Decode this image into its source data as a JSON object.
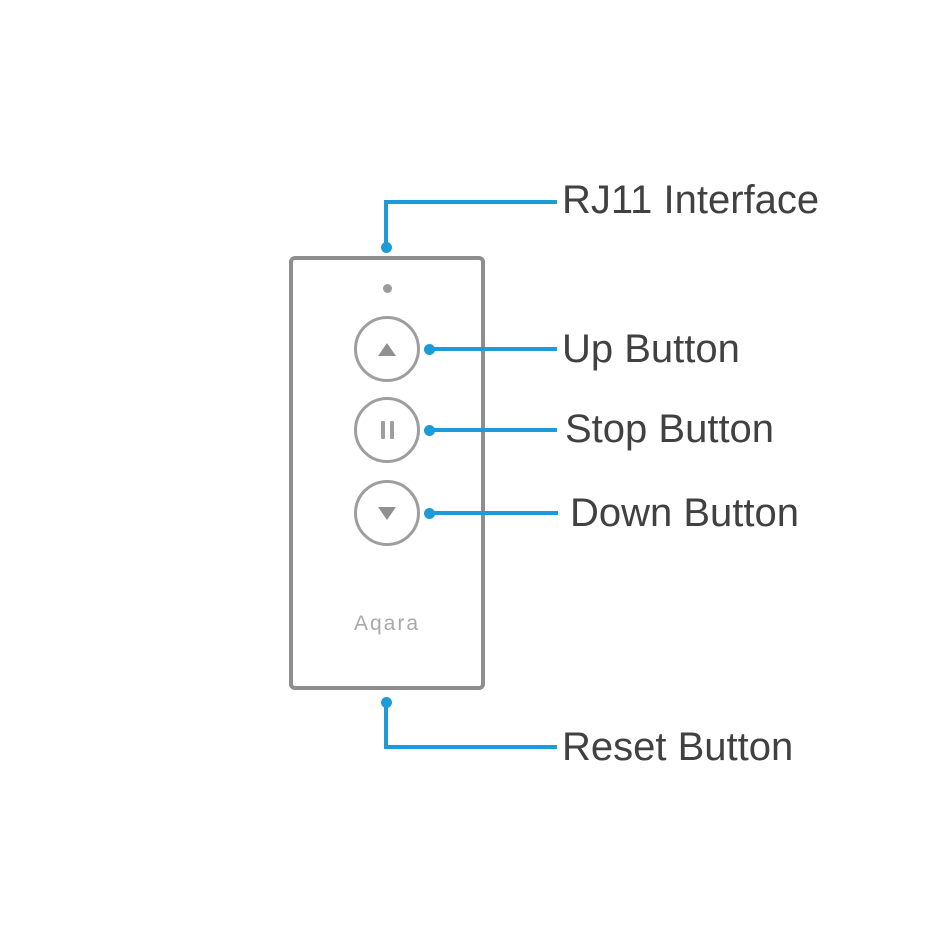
{
  "diagram": {
    "type": "product-annotation-diagram",
    "device": {
      "name": "remote-control",
      "brand": "Aqara",
      "parts": [
        {
          "name": "status-led",
          "icon": "led-dot-icon"
        },
        {
          "name": "up-button",
          "icon": "triangle-up-icon"
        },
        {
          "name": "stop-button",
          "icon": "pause-icon"
        },
        {
          "name": "down-button",
          "icon": "triangle-down-icon"
        }
      ]
    },
    "callouts": [
      {
        "label": "RJ11 Interface",
        "target": "top-edge-of-device"
      },
      {
        "label": "Up Button",
        "target": "up-button"
      },
      {
        "label": "Stop Button",
        "target": "stop-button"
      },
      {
        "label": "Down Button",
        "target": "down-button"
      },
      {
        "label": "Reset Button",
        "target": "bottom-edge-of-device"
      }
    ],
    "colors": {
      "accent_line": "#1b9cd8",
      "device_outline": "#8e8e8e",
      "button_outline": "#9e9e9e",
      "label_text": "#414141",
      "brand_text": "#a9a9a9",
      "background": "#ffffff"
    }
  }
}
